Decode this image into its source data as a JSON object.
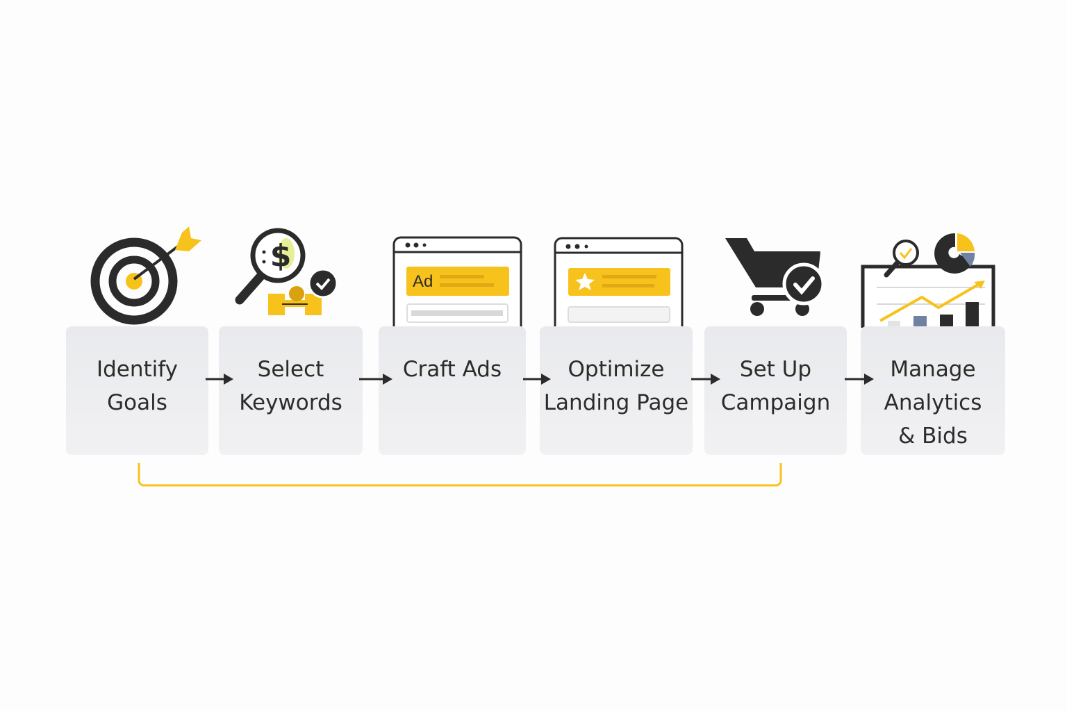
{
  "steps": [
    {
      "lines": [
        "Identify",
        "Goals"
      ],
      "icon": "target-icon"
    },
    {
      "lines": [
        "Select",
        "Keywords"
      ],
      "icon": "keyword-search-icon"
    },
    {
      "lines": [
        "Craft Ads"
      ],
      "icon": "ad-browser-icon",
      "badge": "Ad"
    },
    {
      "lines": [
        "Optimize",
        "Landing Page"
      ],
      "icon": "landing-page-icon"
    },
    {
      "lines": [
        "Set Up",
        "Campaign"
      ],
      "icon": "cart-check-icon"
    },
    {
      "lines": [
        "Manage",
        "Analytics",
        "& Bids"
      ],
      "icon": "analytics-dashboard-icon"
    }
  ],
  "colors": {
    "accent": "#f8c21c",
    "dark": "#2b2b2b",
    "card": "#ebecef",
    "slate": "#7082a0"
  }
}
